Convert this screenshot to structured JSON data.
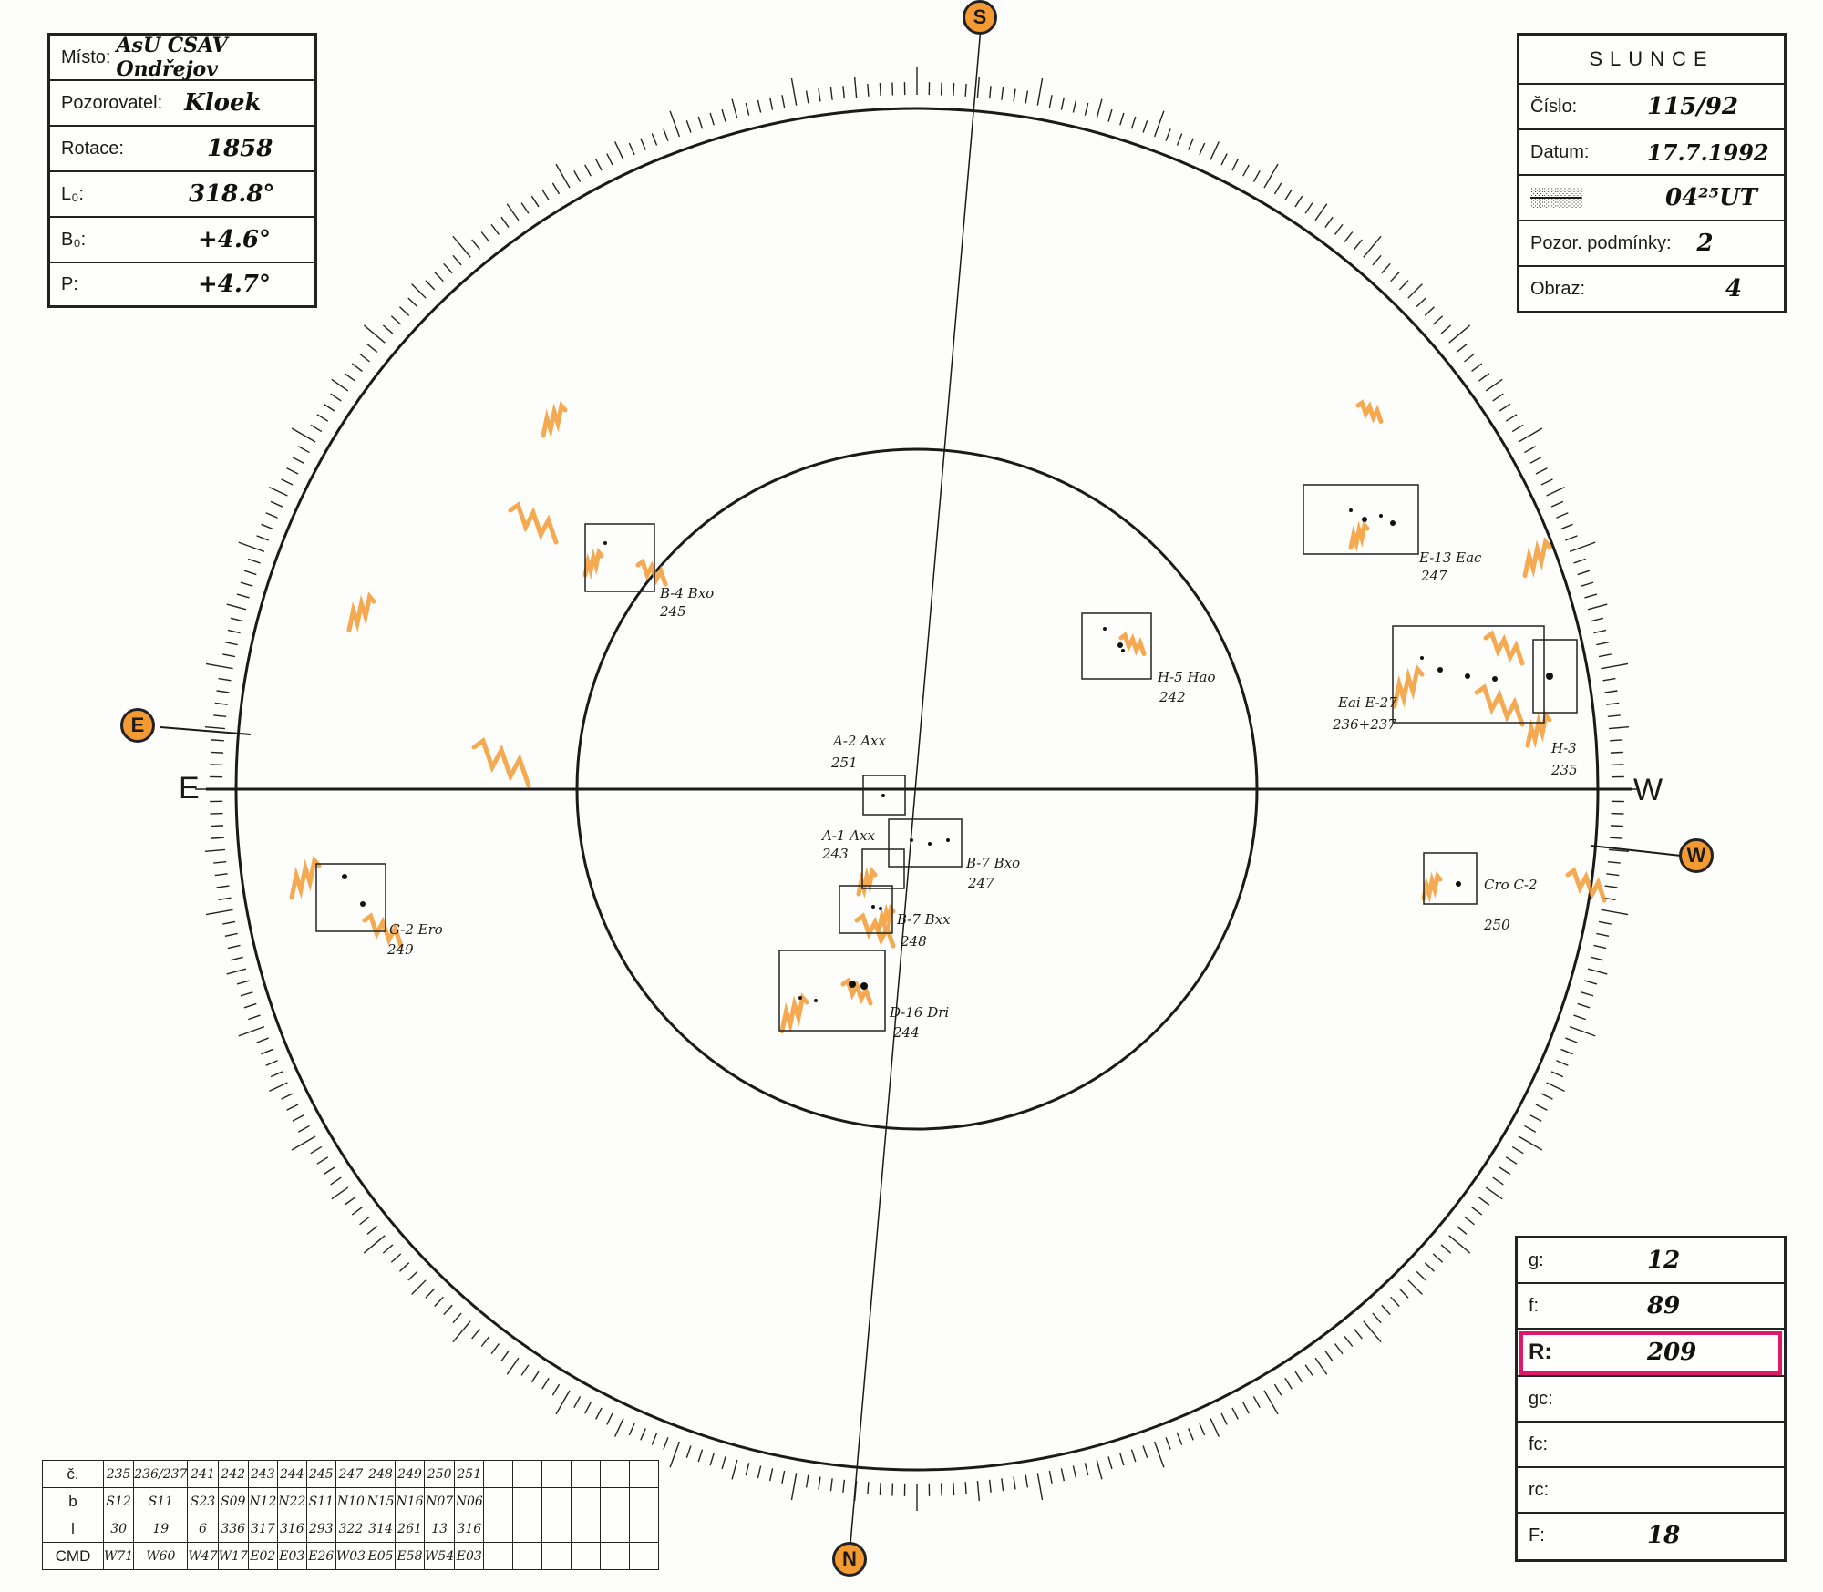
{
  "header_left": {
    "rows": [
      {
        "label": "Místo:",
        "value": "AsÚ ČSAV Ondřejov"
      },
      {
        "label": "Pozorovatel:",
        "value": "Kloek"
      },
      {
        "label": "Rotace:",
        "value": "1858"
      },
      {
        "label": "L₀:",
        "value": "318.8°"
      },
      {
        "label": "B₀:",
        "value": "+4.6°"
      },
      {
        "label": "P:",
        "value": "+4.7°"
      }
    ]
  },
  "header_right": {
    "title": "SLUNCE",
    "rows": [
      {
        "label": "Číslo:",
        "value": "115/92"
      },
      {
        "label": "Datum:",
        "value": "17.7.1992"
      },
      {
        "label": "",
        "value": "04²⁵UT"
      },
      {
        "label": "Pozor. podmínky:",
        "value": "2"
      },
      {
        "label": "Obraz:",
        "value": "4"
      }
    ]
  },
  "stats": {
    "rows": [
      {
        "label": "g:",
        "value": "12"
      },
      {
        "label": "f:",
        "value": "89"
      },
      {
        "label": "R:",
        "value": "209",
        "highlight": "#e0186c"
      },
      {
        "label": "gc:",
        "value": ""
      },
      {
        "label": "fc:",
        "value": ""
      },
      {
        "label": "rc:",
        "value": ""
      },
      {
        "label": "F:",
        "value": "18"
      }
    ]
  },
  "compass": {
    "top": "S",
    "bottom": "N",
    "left": "E",
    "right": "W",
    "left_caption": "E",
    "right_caption": "W"
  },
  "groups": [
    {
      "id": "B-4 Bxo",
      "num": "245"
    },
    {
      "id": "H-5 Hao",
      "num": "242"
    },
    {
      "id": "E-13 Eac",
      "num": "247"
    },
    {
      "id": "Eai E-27",
      "num": "236+237"
    },
    {
      "id": "H-3",
      "num": "235"
    },
    {
      "id": "A-2 Axx",
      "num": "251"
    },
    {
      "id": "A-1 Axx",
      "num": "243"
    },
    {
      "id": "B-7 Bxo",
      "num": "247"
    },
    {
      "id": "B-7 Bxx",
      "num": "248"
    },
    {
      "id": "G-2 Ero",
      "num": "249"
    },
    {
      "id": "Cro C-2",
      "num": "250"
    },
    {
      "id": "D-16 Dri",
      "num": "244"
    }
  ],
  "table": {
    "row_labels": [
      "č.",
      "b",
      "l",
      "CMD"
    ],
    "c": [
      "235",
      "236/237",
      "241",
      "242",
      "243",
      "244",
      "245",
      "247",
      "248",
      "249",
      "250",
      "251",
      "",
      "",
      "",
      "",
      "",
      ""
    ],
    "b": [
      "S12",
      "S11",
      "S23",
      "S09",
      "N12",
      "N22",
      "S11",
      "N10",
      "N15",
      "N16",
      "N07",
      "N06",
      "",
      "",
      "",
      "",
      "",
      ""
    ],
    "l": [
      "30",
      "19",
      "6",
      "336",
      "317",
      "316",
      "293",
      "322",
      "314",
      "261",
      "13",
      "316",
      "",
      "",
      "",
      "",
      "",
      ""
    ],
    "cmd": [
      "W71",
      "W60",
      "W47",
      "W17",
      "E02",
      "E03",
      "E26",
      "W03",
      "E05",
      "E58",
      "W54",
      "E03",
      "",
      "",
      "",
      "",
      "",
      ""
    ]
  },
  "colors": {
    "faculae": "#f39a33",
    "highlight": "#e0186c",
    "ink": "#222222"
  }
}
